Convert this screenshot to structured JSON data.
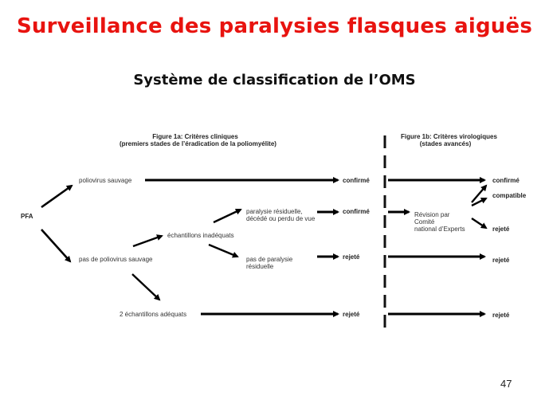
{
  "title": "Surveillance des paralysies flasques aiguës",
  "subtitle": "Système de classification de l’OMS",
  "figure_1a": {
    "title_line1": "Figure 1a: Critères cliniques",
    "title_line2": "(premiers stades de l’éradication de la poliomyélite)"
  },
  "figure_1b": {
    "title_line1": "Figure 1b: Critères virologiques",
    "title_line2": "(stades avancés)"
  },
  "nodes": {
    "pfa": "PFA",
    "poliovirus_sauvage": "poliovirus sauvage",
    "pas_de_poliovirus": "pas de poliovirus sauvage",
    "echantillons_inadequats": "échantillons inadéquats",
    "paralysie_line1": "paralysie résiduelle,",
    "paralysie_line2": "décédé ou perdu de vue",
    "pas_de_paralysie_line1": "pas de paralysie",
    "pas_de_paralysie_line2": "résiduelle",
    "deux_echantillons": "2 échantillons adéquats",
    "revision_line1": "Révision par",
    "revision_line2": "Comité",
    "revision_line3": "national d’Experts"
  },
  "outcomes_1a": {
    "row1": "confirmé",
    "row2": "confirmé",
    "row3": "rejeté",
    "row4": "rejeté"
  },
  "outcomes_1b": {
    "confirme": "confirmé",
    "compatible": "compatible",
    "rejete_revision": "rejeté",
    "rejete_row3": "rejeté",
    "rejete_row4": "rejeté"
  },
  "page_number": "47",
  "colors": {
    "title": "#e8130f",
    "arrow": "#000000"
  }
}
